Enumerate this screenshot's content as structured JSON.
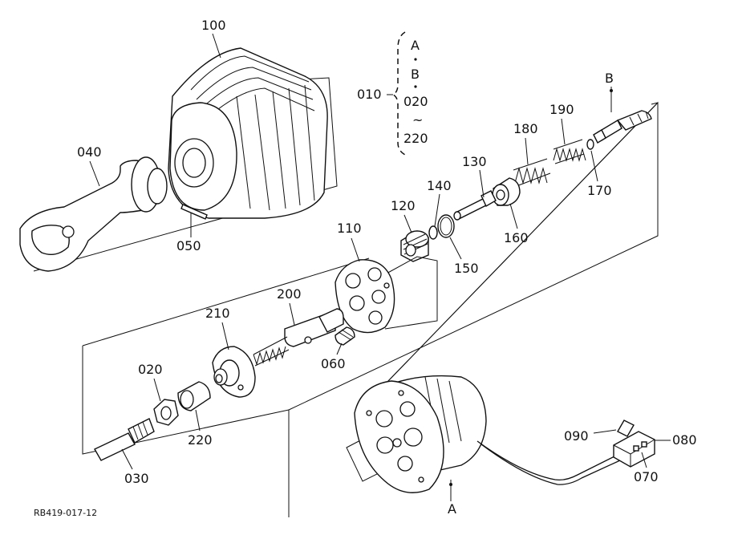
{
  "drawing_code": "RB419-017-12",
  "group": {
    "label": "010",
    "contents": [
      "A",
      "B",
      "020",
      "~",
      "220"
    ]
  },
  "parts": {
    "p100": "100",
    "p040": "040",
    "p050": "050",
    "p110": "110",
    "p120": "120",
    "p130": "130",
    "p140": "140",
    "p150": "150",
    "p160": "160",
    "p170": "170",
    "p180": "180",
    "p190": "190",
    "p200": "200",
    "p210": "210",
    "p020": "020",
    "p060": "060",
    "p220": "220",
    "p030": "030",
    "p090": "090",
    "p080": "080",
    "p070": "070"
  },
  "markers": {
    "a_bottom": "A",
    "b_top": "B"
  }
}
